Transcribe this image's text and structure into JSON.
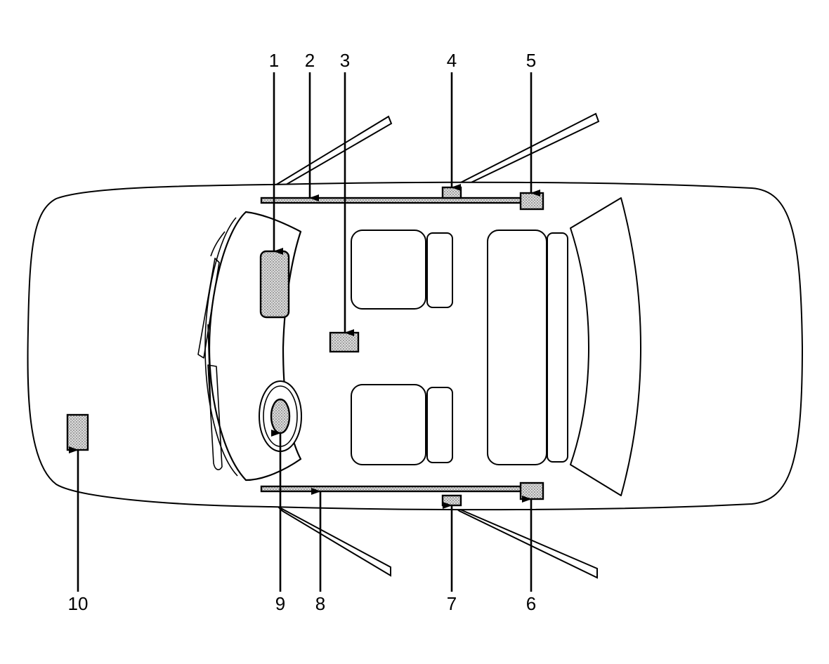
{
  "callouts": [
    {
      "id": "1",
      "label": "1"
    },
    {
      "id": "2",
      "label": "2"
    },
    {
      "id": "3",
      "label": "3"
    },
    {
      "id": "4",
      "label": "4"
    },
    {
      "id": "5",
      "label": "5"
    },
    {
      "id": "6",
      "label": "6"
    },
    {
      "id": "7",
      "label": "7"
    },
    {
      "id": "8",
      "label": "8"
    },
    {
      "id": "9",
      "label": "9"
    },
    {
      "id": "10",
      "label": "10"
    }
  ],
  "colors": {
    "line": "#000000",
    "background": "#ffffff",
    "component_fill": "#c8c8c8"
  }
}
